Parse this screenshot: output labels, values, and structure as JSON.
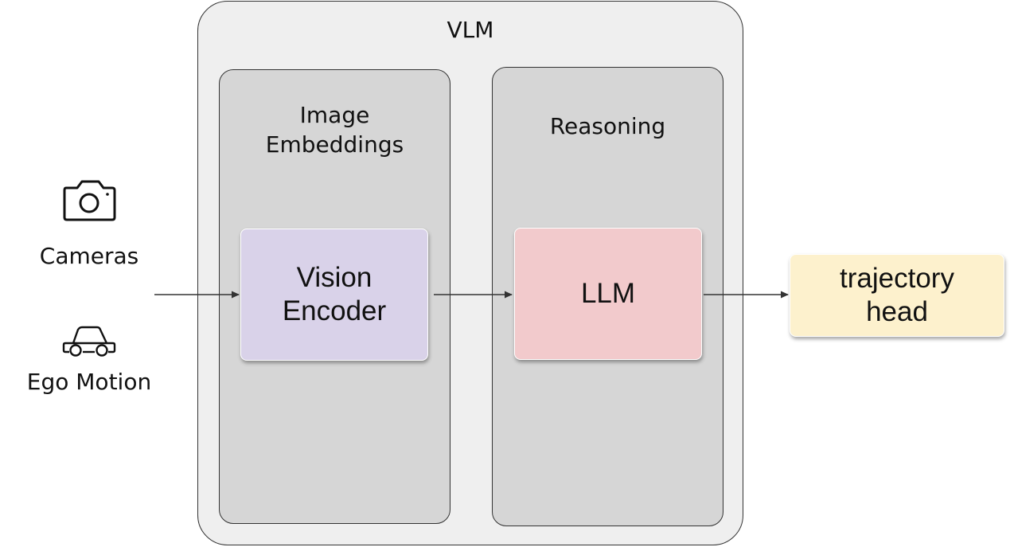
{
  "vlm": {
    "title": "VLM"
  },
  "panels": {
    "image_embeddings": {
      "title_lines": [
        "Image",
        "Embeddings"
      ]
    },
    "reasoning": {
      "title": "Reasoning"
    }
  },
  "blocks": {
    "vision_encoder": {
      "lines": [
        "Vision",
        "Encoder"
      ],
      "color": "#d9d2e9"
    },
    "llm": {
      "label": "LLM",
      "color": "#f2cacc"
    },
    "trajectory_head": {
      "lines": [
        "trajectory",
        "head"
      ],
      "color": "#fdf1cd"
    }
  },
  "inputs": [
    {
      "label": "Cameras",
      "icon": "camera-icon"
    },
    {
      "label": "Ego Motion",
      "icon": "car-icon"
    }
  ]
}
